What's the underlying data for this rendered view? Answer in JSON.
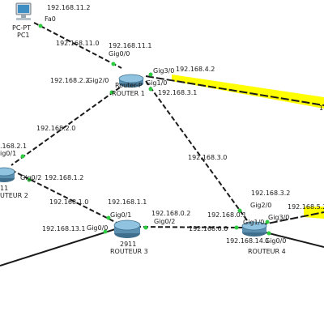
{
  "devices": {
    "pc1": {
      "type_label": "PC-PT",
      "name_label": "PC1"
    },
    "router1": {
      "type_label": "Router-P",
      "name_label": "ROUTER 1"
    },
    "router2": {
      "type_label": "11",
      "name_label": "UTEUR 2"
    },
    "router3": {
      "type_label": "2911",
      "name_label": "ROUTEUR 3"
    },
    "router4": {
      "type_label": "",
      "name_label": "ROUTEUR 4"
    }
  },
  "interfaces": {
    "pc1_fa0": "Fa0",
    "r1_gig00": "Gig0/0",
    "r1_gig20": "Gig2/0",
    "r1_gig30": "Gig3/0",
    "r1_gig10": "Gig1/0",
    "r2_gig01": "ig0/1",
    "r2_gig02": "Gig0/2",
    "r3_gig01": "Gig0/1",
    "r3_gig02": "Gig0/2",
    "r3_gig00": "Gig0/0",
    "r4_gig20": "Gig2/0",
    "r4_gig10": "Gig1/0",
    "r4_gig30": "Gig3/0",
    "r4_gig00": "Gig0/0"
  },
  "addresses": {
    "pc1_ip": "192.168.11.2",
    "net_11_0": "192.168.11.0",
    "r1_ip_11_1": "192.168.11.1",
    "r1_ip_2_2": "192.168.2.2",
    "r1_ip_4_2": "192.168.4.2",
    "r1_ip_3_1": "192.168.3.1",
    "net_2_0": "192.168.2.0",
    "r2_ip_2_1": ".168.2.1",
    "r2_ip_1_2": "192.168.1.2",
    "net_1_0": "192.168.1.0",
    "r3_ip_1_1": "192.168.1.1",
    "r3_ip_0_2": "192.168.0.2",
    "r3_ip_13_1": "192.168.13.1",
    "net_0_0": "192.168.0.0",
    "net_3_0": "192.168.3.0",
    "r4_ip_3_2": "192.168.3.2",
    "r4_ip_5_2": "192.168.5.2",
    "r4_ip_0_1": "192.168.0.1",
    "r4_ip_14_1": "192.168.14.1",
    "edge_right_1": "1"
  },
  "colors": {
    "link": "#1a1a1a",
    "link_up": "#2ecc40",
    "highlight": "#ffff00",
    "router_body": "#5b8fb0",
    "router_top": "#8fc3df",
    "pc_body": "#cfd6dc"
  }
}
